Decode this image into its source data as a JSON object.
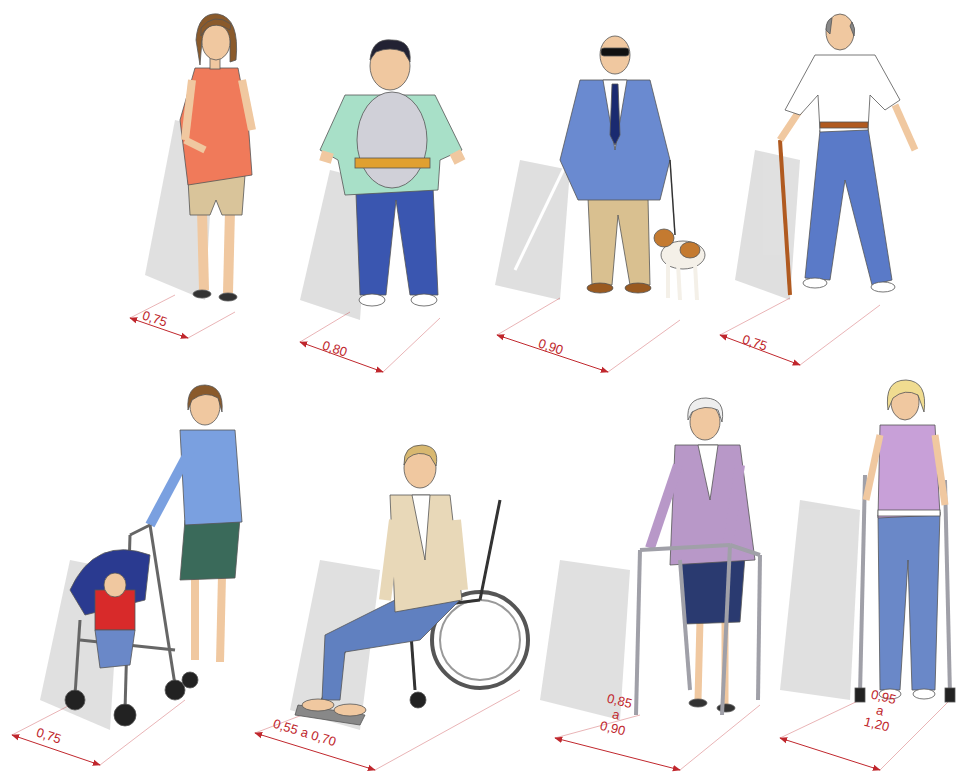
{
  "diagram": {
    "labels": [
      "0,75",
      "0,80",
      "0,90",
      "0,75",
      "0,75",
      "0,55 a 0,70",
      "0,85 a 0,90",
      "0,95 a 1,20"
    ]
  }
}
